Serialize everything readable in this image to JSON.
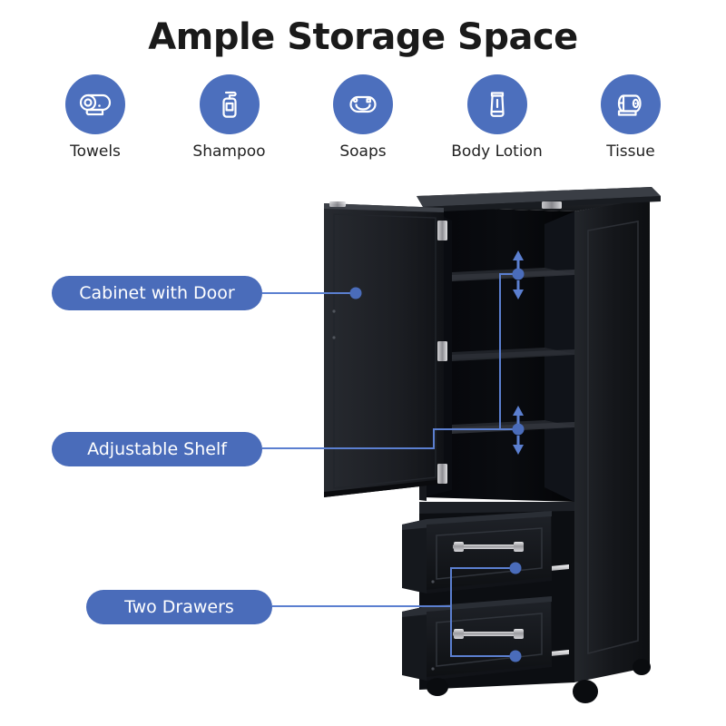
{
  "header": {
    "title": "Ample Storage Space"
  },
  "features": [
    {
      "label": "Towels",
      "icon": "towel-roll-icon"
    },
    {
      "label": "Shampoo",
      "icon": "shampoo-bottle-icon"
    },
    {
      "label": "Soaps",
      "icon": "soap-bar-icon"
    },
    {
      "label": "Body Lotion",
      "icon": "lotion-tube-icon"
    },
    {
      "label": "Tissue",
      "icon": "tissue-roll-icon"
    }
  ],
  "callouts": [
    {
      "label": "Cabinet with Door"
    },
    {
      "label": "Adjustable Shelf"
    },
    {
      "label": "Two Drawers"
    }
  ],
  "product": {
    "name": "black-storage-cabinet",
    "description": "Tall black bathroom storage cabinet with one open door, three adjustable shelves and two open drawers on casters"
  },
  "colors": {
    "accent_blue": "#4c6fbd",
    "pill_blue": "#4a6cba",
    "leader_blue": "#5b7fd0",
    "title_text": "#1a1a1a",
    "label_text": "#222222",
    "cabinet_black": "#14161a",
    "background": "#ffffff"
  }
}
